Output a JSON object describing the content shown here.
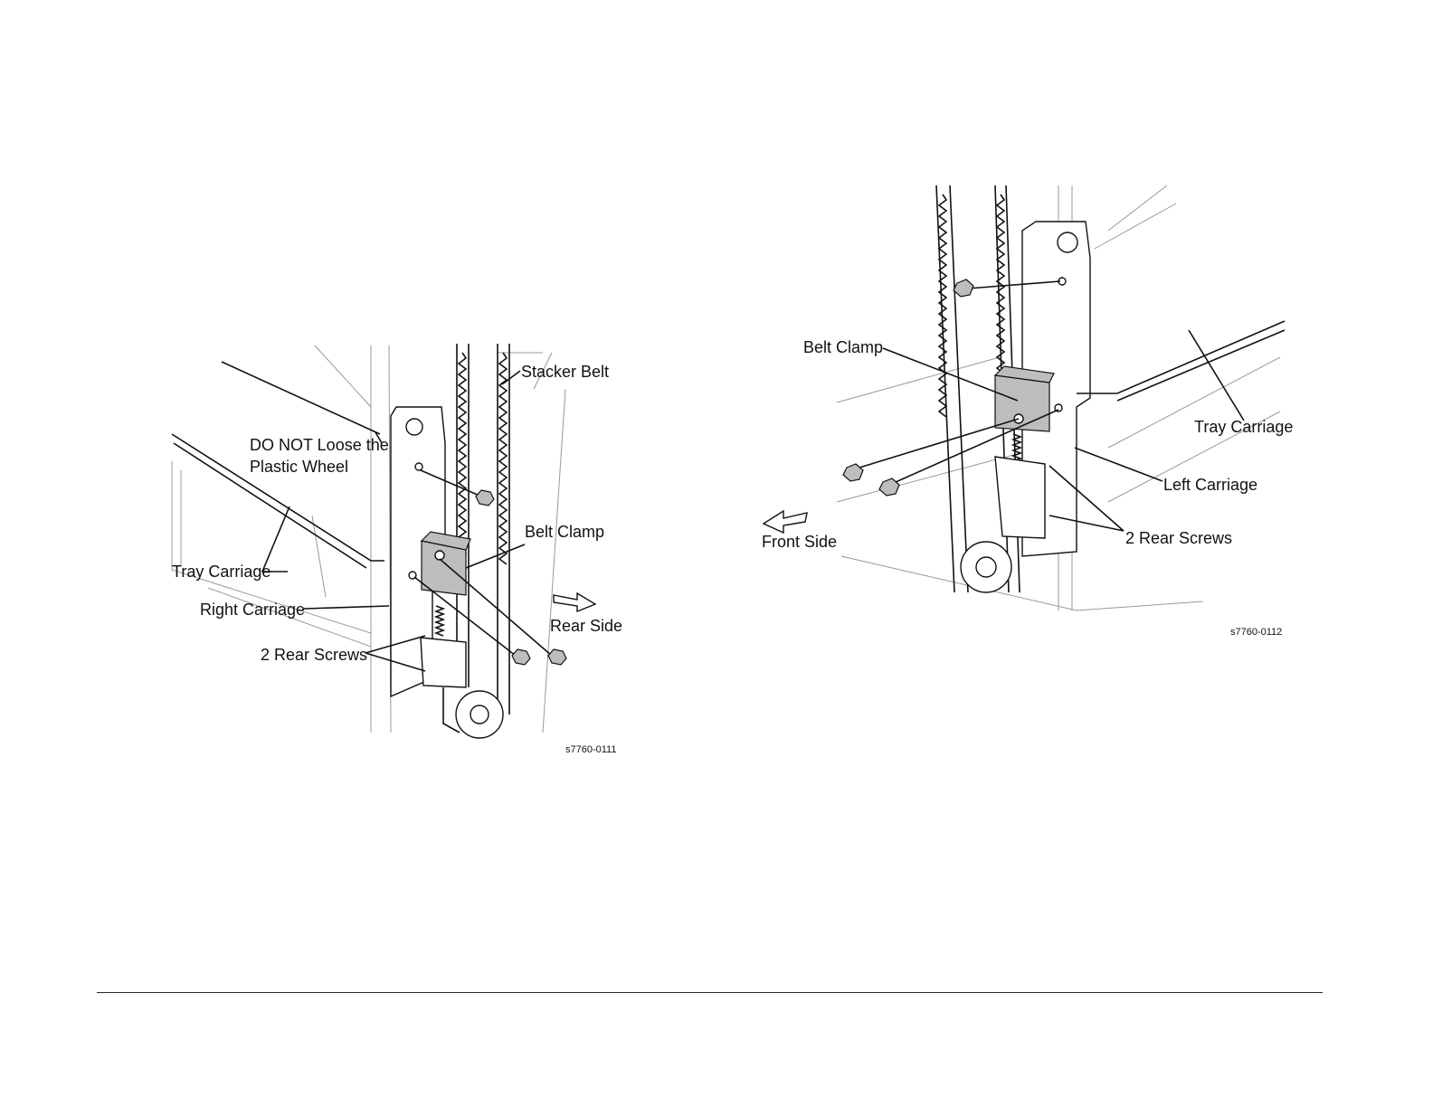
{
  "figures": [
    {
      "id": "s7760-0111",
      "code": "s7760-0111",
      "callouts": {
        "stacker_belt": "Stacker Belt",
        "do_not_loose_line1": "DO NOT Loose the",
        "do_not_loose_line2": "Plastic Wheel",
        "belt_clamp": "Belt Clamp",
        "tray_carriage": "Tray Carriage",
        "right_carriage": "Right Carriage",
        "rear_side": "Rear Side",
        "rear_screws": "2 Rear Screws"
      }
    },
    {
      "id": "s7760-0112",
      "code": "s7760-0112",
      "callouts": {
        "belt_clamp": "Belt Clamp",
        "tray_carriage": "Tray Carriage",
        "left_carriage": "Left Carriage",
        "front_side": "Front Side",
        "rear_screws": "2 Rear Screws"
      }
    }
  ]
}
